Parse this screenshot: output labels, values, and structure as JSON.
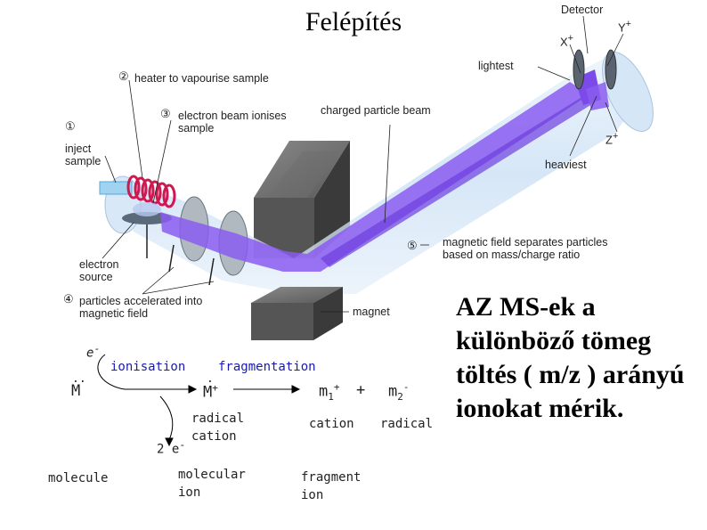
{
  "title": "Felépítés",
  "apparatus": {
    "steps": [
      {
        "num": "①",
        "label": "inject\nsample"
      },
      {
        "num": "②",
        "label": "heater to vapourise sample"
      },
      {
        "num": "③",
        "label": "electron beam ionises\nsample"
      },
      {
        "num": "④",
        "label": "particles accelerated into\nmagnetic field"
      },
      {
        "num": "⑤",
        "label": "magnetic field separates particles\nbased on mass/charge ratio"
      }
    ],
    "detector": "Detector",
    "lightest": "lightest",
    "heaviest": "heaviest",
    "beam": "charged particle beam",
    "electron_source": "electron\nsource",
    "magnet": "magnet",
    "ion_x": "X",
    "ion_y": "Y",
    "ion_z": "Z",
    "ion_charge": "+"
  },
  "description": "AZ MS-ek a különböző tömeg töltés ( m/z ) arányú ionokat mérik.",
  "scheme": {
    "electron_in": "e",
    "electron_in_sup": "-",
    "ionisation": "ionisation",
    "fragmentation": "fragmentation",
    "molecule_symbol": "M",
    "molecule_dots": "..",
    "ion_symbol": "M",
    "ion_charge": "+",
    "ion_dot": ".",
    "fragment1": "m",
    "fragment1_sub": "1",
    "fragment1_charge": "+",
    "plus": "+",
    "fragment2": "m",
    "fragment2_sub": "2",
    "fragment2_charge": "-",
    "radical_cation": "radical\ncation",
    "cation": "cation",
    "radical": "radical",
    "electrons_out": "2 e",
    "electrons_out_sup": "-",
    "molecule": "molecule",
    "molecular_ion": "molecular\nion",
    "fragment_ion": "fragment\nion"
  },
  "colors": {
    "beam": "#8a5cf0",
    "tube": "#cfe3f7",
    "magnet": "#454545",
    "heater_coil": "#d01850",
    "scheme_blue": "#1a1ab0"
  }
}
